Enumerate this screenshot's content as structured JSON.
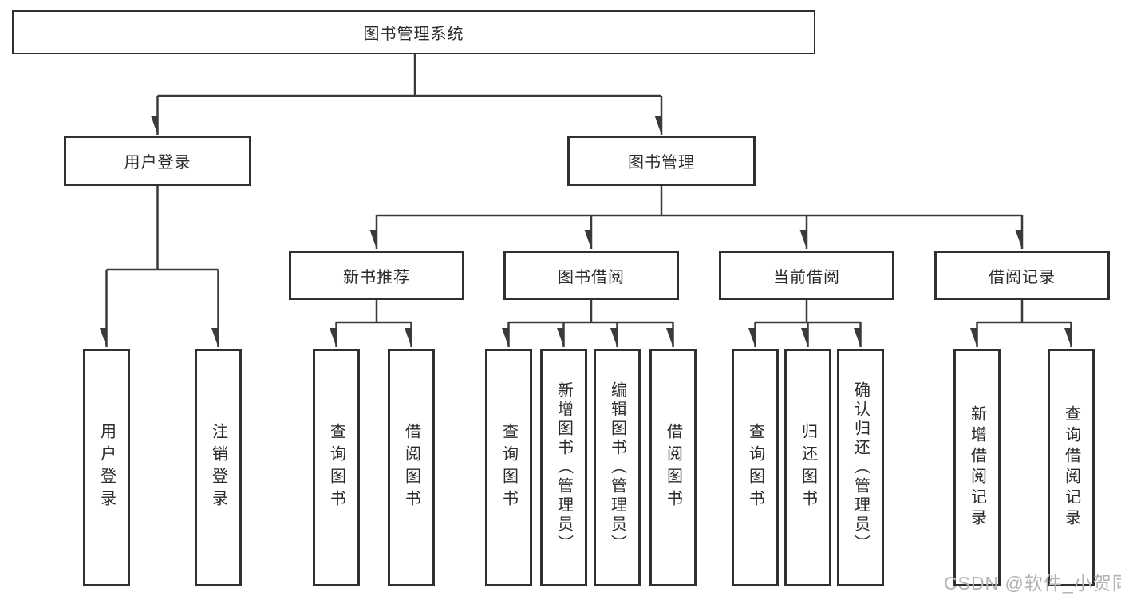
{
  "page": {
    "background": "#ffffff",
    "line_color": "#3a3a3a",
    "border_color": "#2f2f2f",
    "text_color": "#2b2b2b"
  },
  "tree": {
    "root": {
      "label": "图书管理系统"
    },
    "branches": [
      {
        "label": "用户登录",
        "children": [
          {
            "label": "用户登录"
          },
          {
            "label": "注销登录"
          }
        ]
      },
      {
        "label": "图书管理",
        "sections": [
          {
            "label": "新书推荐",
            "children": [
              {
                "label": "查询图书"
              },
              {
                "label": "借阅图书"
              }
            ]
          },
          {
            "label": "图书借阅",
            "children": [
              {
                "label": "查询图书"
              },
              {
                "label": "新增图书（管理员）"
              },
              {
                "label": "编辑图书（管理员）"
              },
              {
                "label": "借阅图书"
              }
            ]
          },
          {
            "label": "当前借阅",
            "children": [
              {
                "label": "查询图书"
              },
              {
                "label": "归还图书"
              },
              {
                "label": "确认归还（管理员）"
              }
            ]
          },
          {
            "label": "借阅记录",
            "children": [
              {
                "label": "新增借阅记录"
              },
              {
                "label": "查询借阅记录"
              }
            ]
          }
        ]
      }
    ]
  },
  "watermark": {
    "text": "CSDN @软件_小贺同学",
    "color": "#b3b3b3"
  }
}
